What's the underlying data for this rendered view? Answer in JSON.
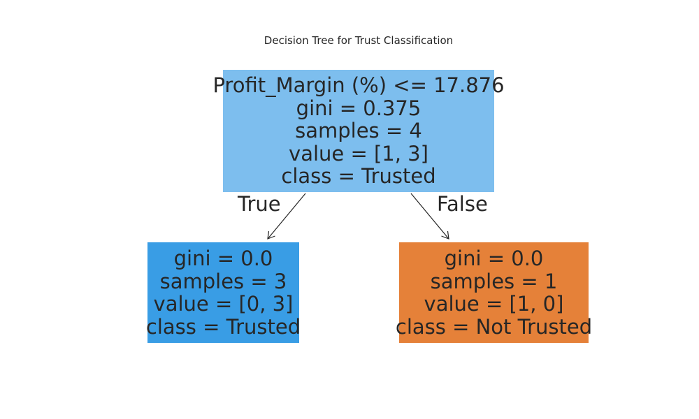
{
  "title": "Decision Tree for Trust Classification",
  "colors": {
    "root": "#7dbeee",
    "left": "#399de5",
    "right": "#e58139",
    "text": "#262626",
    "edge": "#262626"
  },
  "nodes": {
    "root": {
      "split": "Profit_Margin (%) <= 17.876",
      "gini": "gini = 0.375",
      "samples": "samples = 4",
      "value": "value = [1, 3]",
      "class": "class = Trusted"
    },
    "left": {
      "gini": "gini = 0.0",
      "samples": "samples = 3",
      "value": "value = [0, 3]",
      "class": "class = Trusted"
    },
    "right": {
      "gini": "gini = 0.0",
      "samples": "samples = 1",
      "value": "value = [1, 0]",
      "class": "class = Not Trusted"
    }
  },
  "edges": {
    "true_label": "True",
    "false_label": "False"
  }
}
